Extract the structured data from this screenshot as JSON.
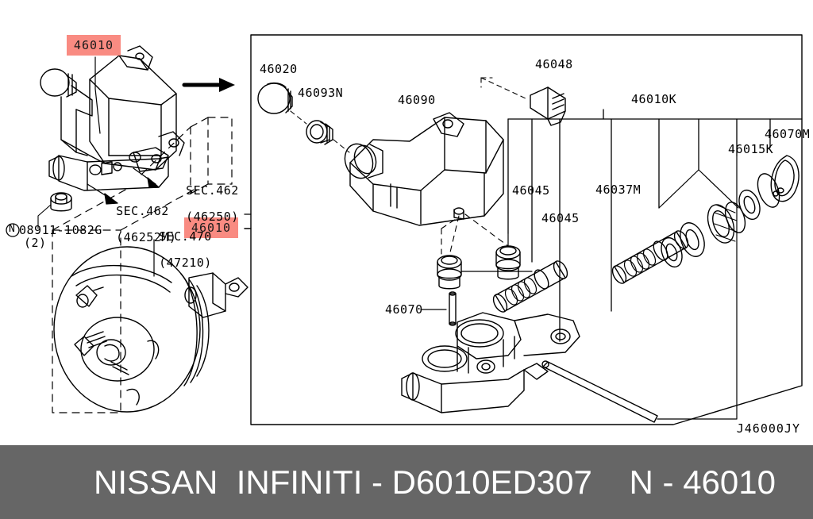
{
  "diagram": {
    "reference_code": "J46000JY",
    "highlight_color": "#f98b82",
    "line_color": "#000000",
    "background": "#ffffff"
  },
  "left_view": {
    "callouts": [
      {
        "id": "hl-46010-top",
        "text": "46010",
        "highlighted": true
      },
      {
        "id": "hl-46010-bottom",
        "text": "46010",
        "highlighted": true
      }
    ],
    "section_refs": [
      {
        "id": "sec-462-46250",
        "line1": "SEC.462",
        "line2": "(46250)"
      },
      {
        "id": "sec-462-46252m",
        "line1": "SEC.462",
        "line2": "(46252M)"
      },
      {
        "id": "sec-470-47210",
        "line1": "SEC.470",
        "line2": "(47210)"
      }
    ],
    "fastener": {
      "prefix_icon": "circled-n",
      "part_number": "08911-1082G",
      "quantity": "(2)"
    }
  },
  "exploded_view": {
    "parts": [
      {
        "id": "p-46020",
        "text": "46020"
      },
      {
        "id": "p-46093n",
        "text": "46093N"
      },
      {
        "id": "p-46090",
        "text": "46090"
      },
      {
        "id": "p-46048",
        "text": "46048"
      },
      {
        "id": "p-46010k",
        "text": "46010K"
      },
      {
        "id": "p-46070m",
        "text": "46070M"
      },
      {
        "id": "p-46015k",
        "text": "46015K"
      },
      {
        "id": "p-46045a",
        "text": "46045"
      },
      {
        "id": "p-46045b",
        "text": "46045"
      },
      {
        "id": "p-46037m",
        "text": "46037M"
      },
      {
        "id": "p-46070",
        "text": "46070"
      }
    ]
  },
  "footer": {
    "brand_line": "NISSAN  INFINITI - D6010ED307    N - 46010",
    "background": "#666666",
    "text_color": "#ffffff"
  }
}
